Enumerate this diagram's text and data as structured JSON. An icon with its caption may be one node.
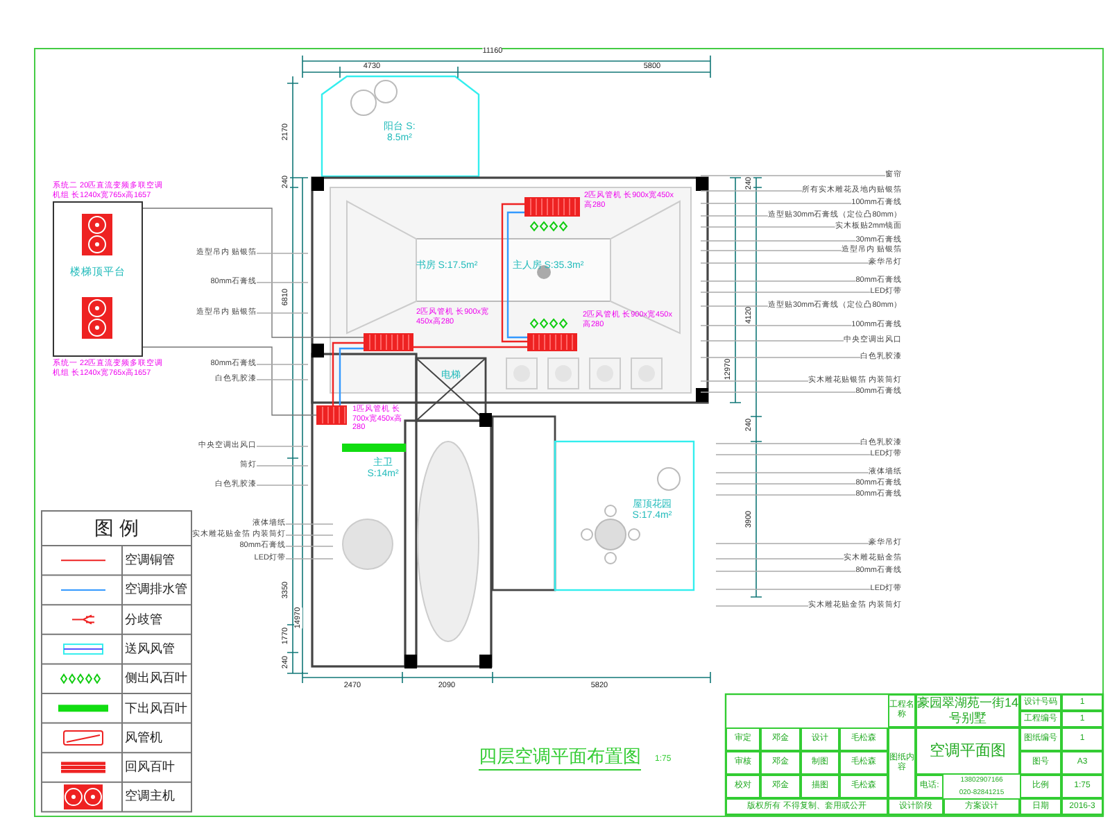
{
  "diagram": {
    "title": "四层空调平面布置图",
    "nodes": [
      {
        "text": [
          "楼梯顶平台"
        ],
        "beside": [
          "系统二 20匹直流变频多联空调机组 长1240x宽765x高1657",
          "系统一 22匹直流变频多联空调机组 长1240x宽765x高1657"
        ]
      },
      {
        "text": [],
        "shape": "box",
        "beside": [
          "2匹风管机 长900x宽450x高280"
        ]
      },
      {
        "text": [],
        "shape": "box",
        "beside": [
          "2匹风管机 长900x宽450x高280"
        ]
      },
      {
        "text": [],
        "shape": "box",
        "beside": [
          "2匹风管机 长900x宽450x高280"
        ]
      },
      {
        "text": [],
        "shape": "box",
        "beside": [
          "1匹风管机 长700x宽450x高280"
        ]
      },
      {
        "text": [
          "造型吊内 贴银箔"
        ]
      },
      {
        "text": [
          "80mm石膏线"
        ]
      },
      {
        "text": [
          "造型吊内 贴银箔"
        ]
      },
      {
        "text": [
          "80mm石膏线"
        ]
      },
      {
        "text": [
          "白色乳胶漆"
        ]
      },
      {
        "text": [
          "中央空调出风口"
        ]
      },
      {
        "text": [
          "筒灯"
        ]
      },
      {
        "text": [
          "白色乳胶漆"
        ]
      },
      {
        "text": [
          "液体墙纸"
        ]
      },
      {
        "text": [
          "实木雕花贴金箔 内装筒灯"
        ]
      },
      {
        "text": [
          "80mm石膏线"
        ]
      },
      {
        "text": [
          "LED灯带"
        ]
      },
      {
        "text": [
          "窗帘"
        ]
      },
      {
        "text": [
          "所有实木雕花及地内贴银箔"
        ]
      },
      {
        "text": [
          "100mm石膏线"
        ]
      },
      {
        "text": [
          "造型贴30mm石膏线（定位凸80mm）"
        ]
      },
      {
        "text": [
          "实木板贴2mm镜面"
        ]
      },
      {
        "text": [
          "30mm石膏线"
        ]
      },
      {
        "text": [
          "造型吊内 贴银箔"
        ]
      },
      {
        "text": [
          "豪华吊灯"
        ]
      },
      {
        "text": [
          "80mm石膏线"
        ]
      },
      {
        "text": [
          "LED灯带"
        ]
      },
      {
        "text": [
          "造型贴30mm石膏线（定位凸80mm）"
        ]
      },
      {
        "text": [
          "100mm石膏线"
        ]
      },
      {
        "text": [
          "中央空调出风口"
        ]
      },
      {
        "text": [
          "白色乳胶漆"
        ]
      },
      {
        "text": [
          "实木雕花贴银箔 内装筒灯"
        ]
      },
      {
        "text": [
          "80mm石膏线"
        ]
      },
      {
        "text": [
          "白色乳胶漆"
        ]
      },
      {
        "text": [
          "LED灯带"
        ]
      },
      {
        "text": [
          "液体墙纸"
        ]
      },
      {
        "text": [
          "80mm石膏线"
        ]
      },
      {
        "text": [
          "80mm石膏线"
        ]
      },
      {
        "text": [
          "豪华吊灯"
        ]
      },
      {
        "text": [
          "实木雕花贴金箔"
        ]
      },
      {
        "text": [
          "80mm石膏线"
        ]
      },
      {
        "text": [
          "LED灯带"
        ]
      },
      {
        "text": [
          "实木雕花贴金箔 内装筒灯"
        ]
      }
    ],
    "edges": [
      {
        "from": 0,
        "to": 2,
        "arrow": "none"
      },
      {
        "from": 0,
        "to": 4,
        "arrow": "none"
      },
      {
        "from": 5,
        "to": null,
        "arrow": "none"
      },
      {
        "from": 6,
        "to": null,
        "arrow": "none"
      },
      {
        "from": 7,
        "to": null,
        "arrow": "none"
      },
      {
        "from": 8,
        "to": null,
        "arrow": "none"
      },
      {
        "from": 9,
        "to": null,
        "arrow": "none"
      },
      {
        "from": 10,
        "to": null,
        "arrow": "none"
      },
      {
        "from": 11,
        "to": null,
        "arrow": "none"
      },
      {
        "from": 12,
        "to": null,
        "arrow": "none"
      },
      {
        "from": 13,
        "to": null,
        "arrow": "none"
      },
      {
        "from": 14,
        "to": null,
        "arrow": "none"
      },
      {
        "from": 15,
        "to": null,
        "arrow": "none"
      },
      {
        "from": 16,
        "to": null,
        "arrow": "none"
      },
      {
        "from": 17,
        "to": null,
        "arrow": "none"
      },
      {
        "from": 18,
        "to": null,
        "arrow": "none"
      },
      {
        "from": 19,
        "to": null,
        "arrow": "none"
      },
      {
        "from": 20,
        "to": null,
        "arrow": "none"
      },
      {
        "from": 21,
        "to": null,
        "arrow": "none"
      },
      {
        "from": 22,
        "to": null,
        "arrow": "none"
      },
      {
        "from": 23,
        "to": null,
        "arrow": "none"
      },
      {
        "from": 24,
        "to": null,
        "arrow": "none"
      },
      {
        "from": 25,
        "to": null,
        "arrow": "none"
      },
      {
        "from": 26,
        "to": null,
        "arrow": "none"
      },
      {
        "from": 27,
        "to": null,
        "arrow": "none"
      },
      {
        "from": 28,
        "to": null,
        "arrow": "none"
      },
      {
        "from": 29,
        "to": null,
        "arrow": "none"
      },
      {
        "from": 30,
        "to": null,
        "arrow": "none"
      },
      {
        "from": 31,
        "to": null,
        "arrow": "none"
      },
      {
        "from": 32,
        "to": null,
        "arrow": "none"
      },
      {
        "from": 33,
        "to": null,
        "arrow": "none"
      },
      {
        "from": 34,
        "to": null,
        "arrow": "none"
      },
      {
        "from": 35,
        "to": null,
        "arrow": "none"
      },
      {
        "from": 36,
        "to": null,
        "arrow": "none"
      },
      {
        "from": 37,
        "to": null,
        "arrow": "none"
      },
      {
        "from": 38,
        "to": null,
        "arrow": "none"
      },
      {
        "from": 39,
        "to": null,
        "arrow": "none"
      },
      {
        "from": 40,
        "to": null,
        "arrow": "none"
      },
      {
        "from": 41,
        "to": null,
        "arrow": "none"
      },
      {
        "from": 42,
        "to": null,
        "arrow": "none"
      },
      {
        "from": 1,
        "to": 3,
        "arrow": "none",
        "color": "#ee2222"
      },
      {
        "from": 2,
        "to": 3,
        "arrow": "none",
        "color": "#ee2222"
      },
      {
        "from": 2,
        "to": 4,
        "arrow": "none",
        "color": "#ee2222"
      },
      {
        "from": 1,
        "to": 3,
        "arrow": "none",
        "color": "#3399ff"
      },
      {
        "from": 2,
        "to": 4,
        "arrow": "none",
        "color": "#3399ff"
      }
    ],
    "labels": [
      "11160",
      "4730",
      "5800",
      "2170",
      "240",
      "6810",
      "14970",
      "3350",
      "1770",
      "240",
      "240",
      "4120",
      "12970",
      "240",
      "3900",
      "2470",
      "2090",
      "5820",
      "阳台 S: 8.5m²",
      "书房 S:17.5m²",
      "主人房 S:35.3m²",
      "主卫 S:14m²",
      "电梯",
      "屋顶花园 S:17.4m²",
      "图 例",
      "1:75",
      "工程名称",
      "豪园翠湖苑一街14号别墅",
      "设计号码",
      "1",
      "工程编号",
      "1",
      "审定",
      "邓金",
      "设计",
      "毛松森",
      "图纸内容",
      "空调平面图",
      "图纸编号",
      "1",
      "审核",
      "邓金",
      "制图",
      "毛松森",
      "图号",
      "A3",
      "校对",
      "邓金",
      "描图",
      "毛松森",
      "电话:",
      "13802907166",
      "020-82841215",
      "比例",
      "1:75",
      "版权所有 不得复制、套用或公开",
      "设计阶段",
      "方案设计",
      "日期",
      "2016-3"
    ],
    "legend": [
      {
        "text": "空调铜管"
      },
      {
        "text": "空调排水管"
      },
      {
        "text": "分歧管"
      },
      {
        "text": "送风风管"
      },
      {
        "text": "侧出风百叶"
      },
      {
        "text": "下出风百叶"
      },
      {
        "text": "风管机"
      },
      {
        "text": "回风百叶"
      },
      {
        "text": "空调主机"
      }
    ]
  }
}
